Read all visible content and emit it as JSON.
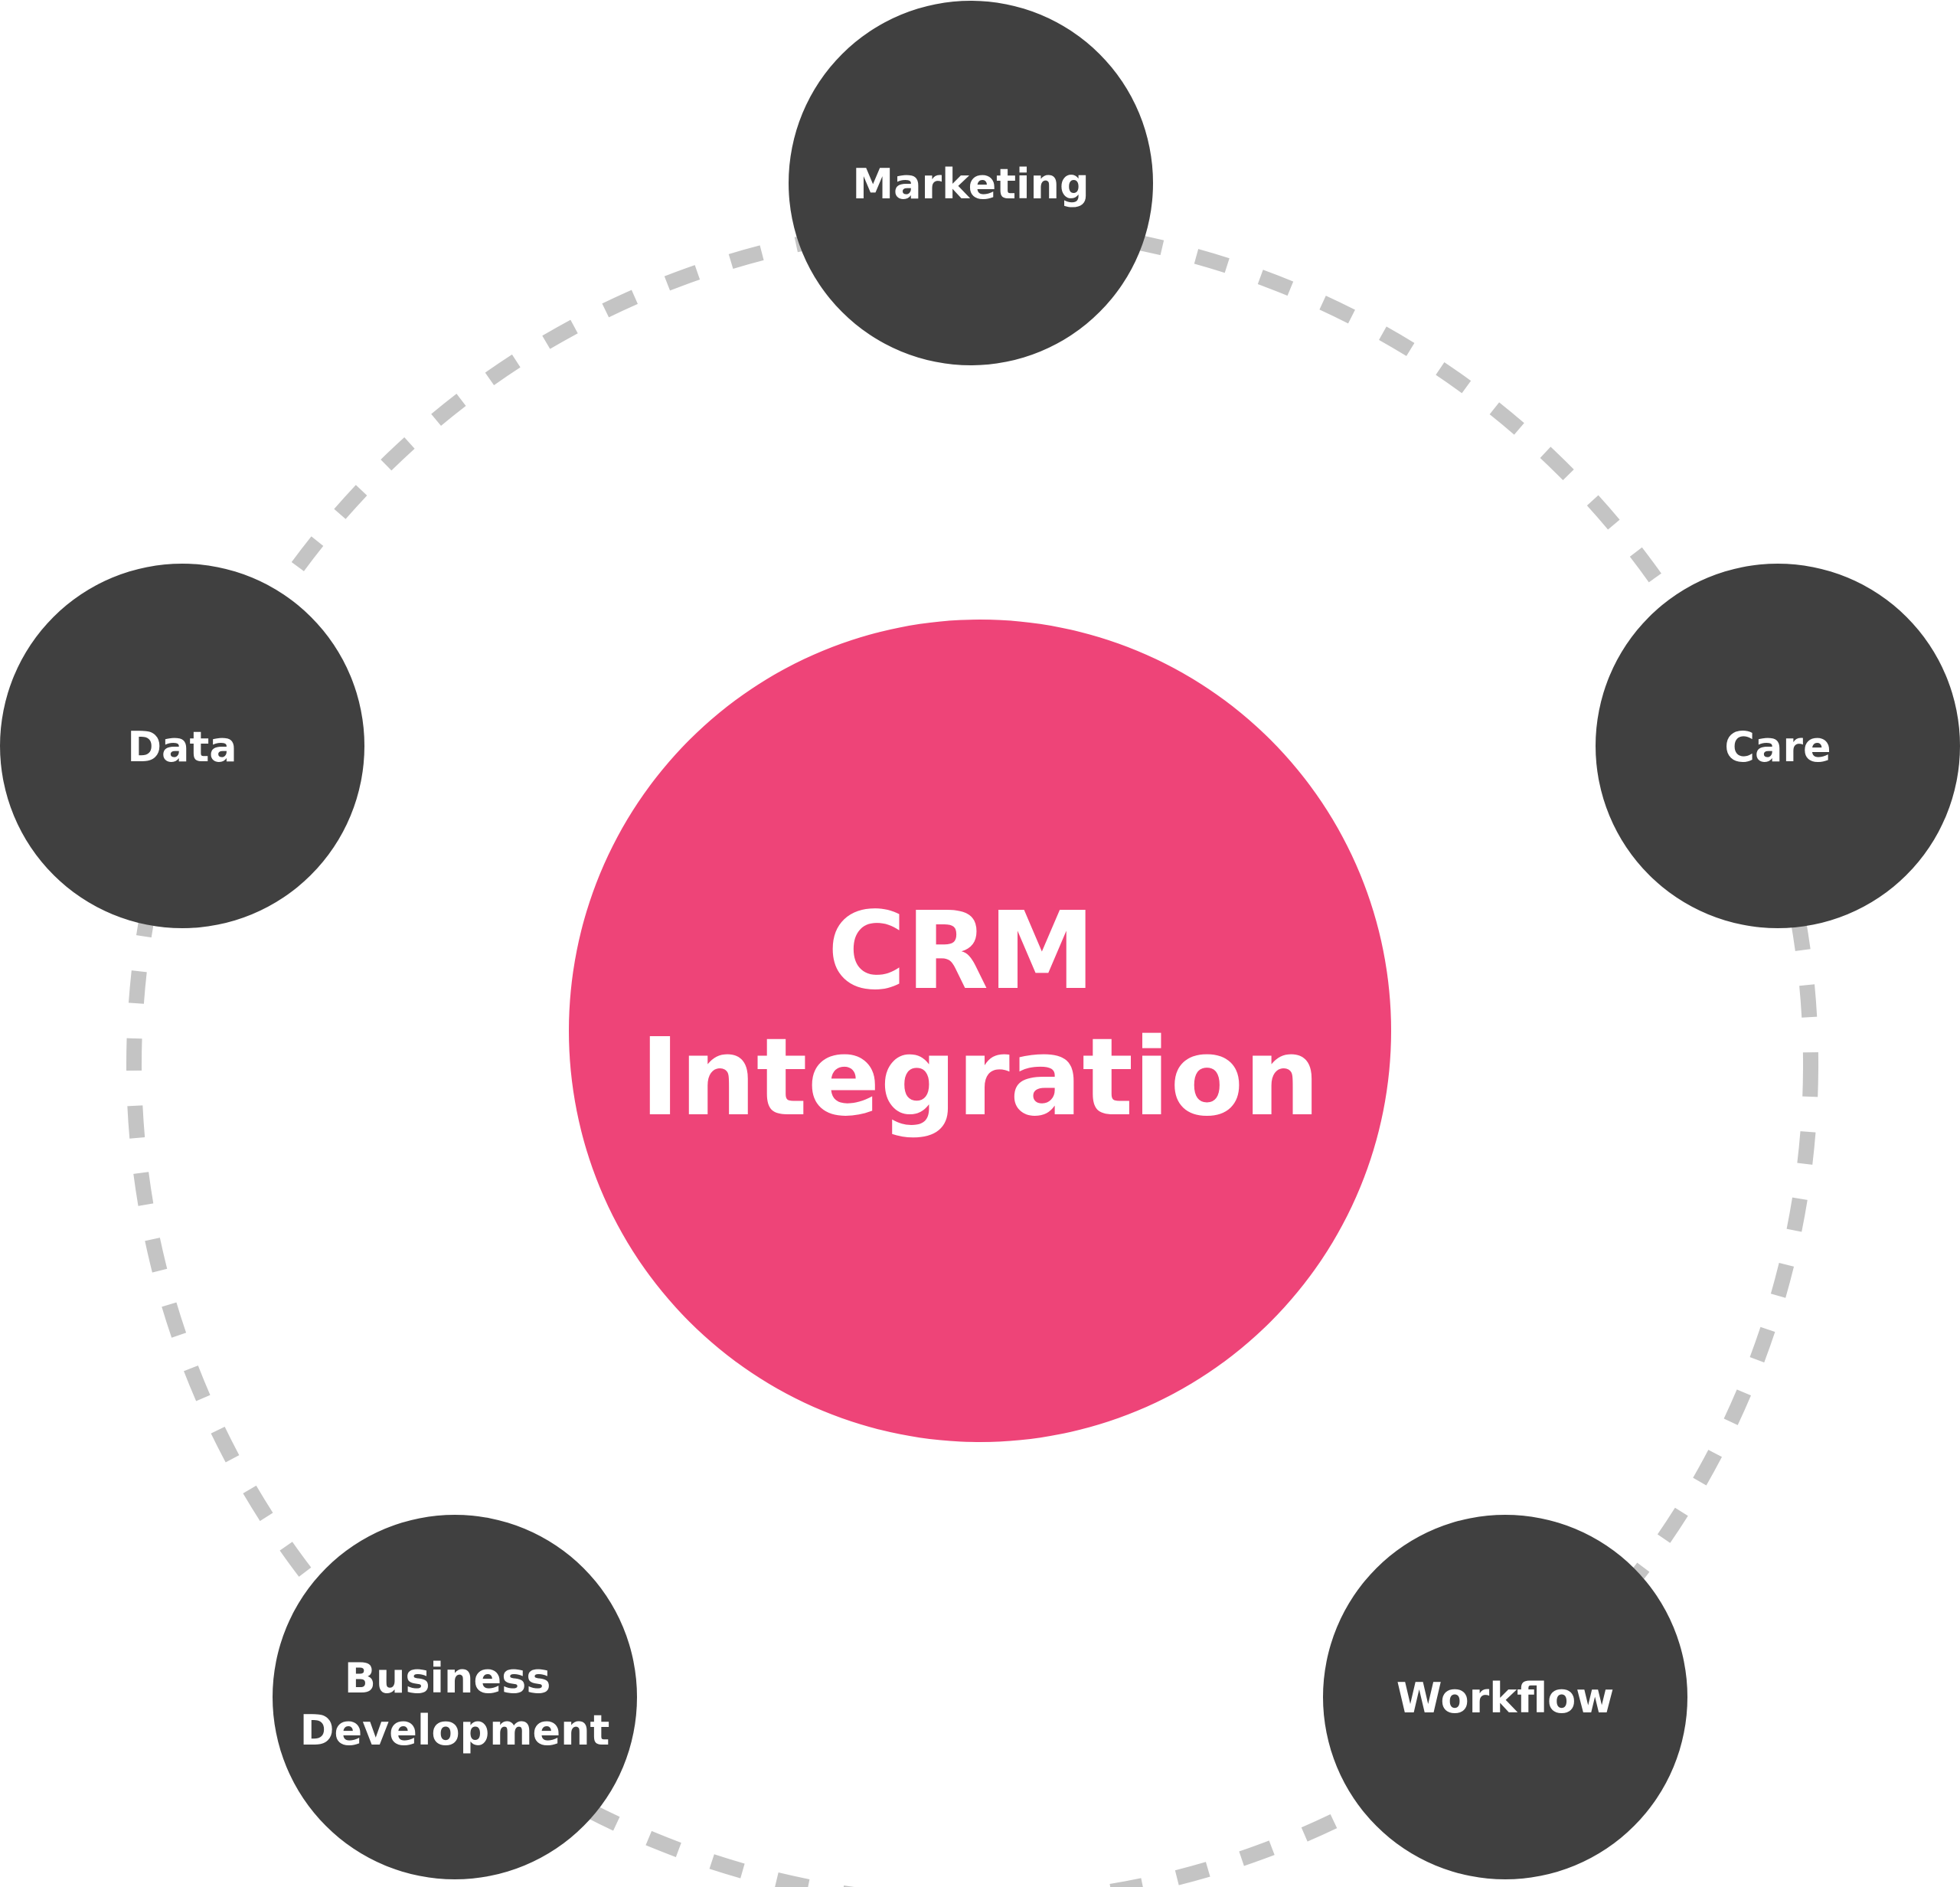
{
  "colors": {
    "background": "#ffffff",
    "center_fill": "#ee4478",
    "node_fill": "#404040",
    "ring_stroke": "#c4c4c4",
    "text": "#ffffff"
  },
  "center": {
    "line1": "CRM",
    "line2": "Integration"
  },
  "nodes": {
    "marketing": {
      "line1": "Marketing"
    },
    "care": {
      "line1": "Care"
    },
    "workflow": {
      "line1": "Workflow"
    },
    "business_development": {
      "line1": "Business",
      "line2": "Development"
    },
    "data": {
      "line1": "Data"
    }
  }
}
